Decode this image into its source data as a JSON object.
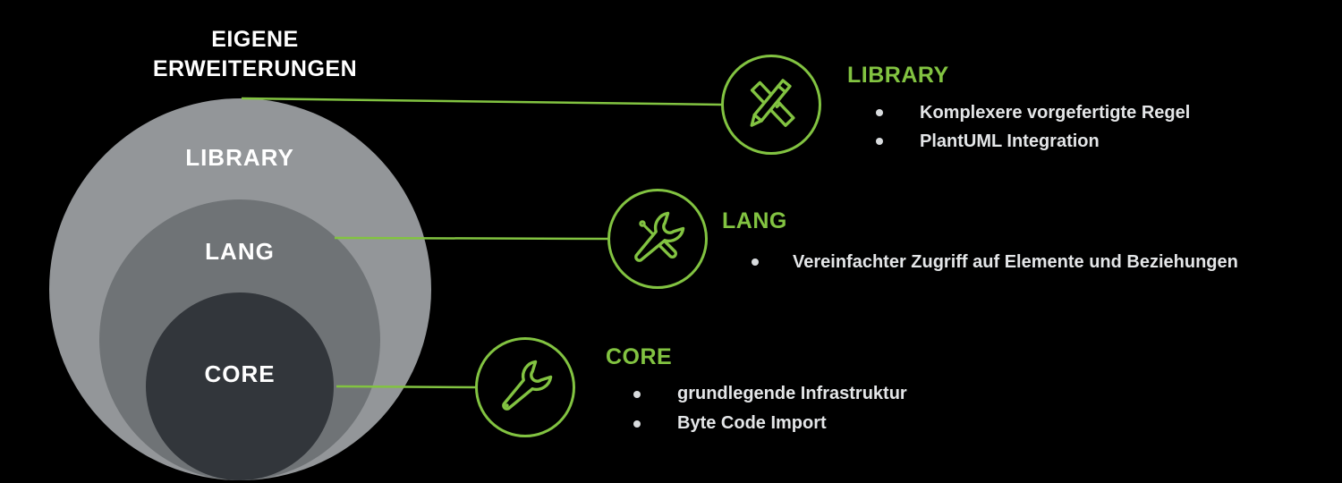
{
  "colors": {
    "background": "#000000",
    "accent_green": "#82C341",
    "outer_circle": "#939699",
    "middle_circle": "#6F7376",
    "core_circle": "#32363B",
    "circle_label_text": "#FFFFFF",
    "bullet_text": "#E4E6E8"
  },
  "title": {
    "line1": "EIGENE",
    "line2": "ERWEITERUNGEN"
  },
  "venn": {
    "layers": [
      {
        "label": "LIBRARY"
      },
      {
        "label": "LANG"
      },
      {
        "label": "CORE"
      }
    ]
  },
  "sections": [
    {
      "heading": "LIBRARY",
      "icon": "pencil-ruler-icon",
      "bullets": [
        "Komplexere vorgefertigte Regel",
        "PlantUML Integration"
      ]
    },
    {
      "heading": "LANG",
      "icon": "screwdriver-wrench-icon",
      "bullets": [
        "Vereinfachter Zugriff auf Elemente und Beziehungen"
      ]
    },
    {
      "heading": "CORE",
      "icon": "wrench-icon",
      "bullets": [
        "grundlegende Infrastruktur",
        "Byte Code Import"
      ]
    }
  ]
}
